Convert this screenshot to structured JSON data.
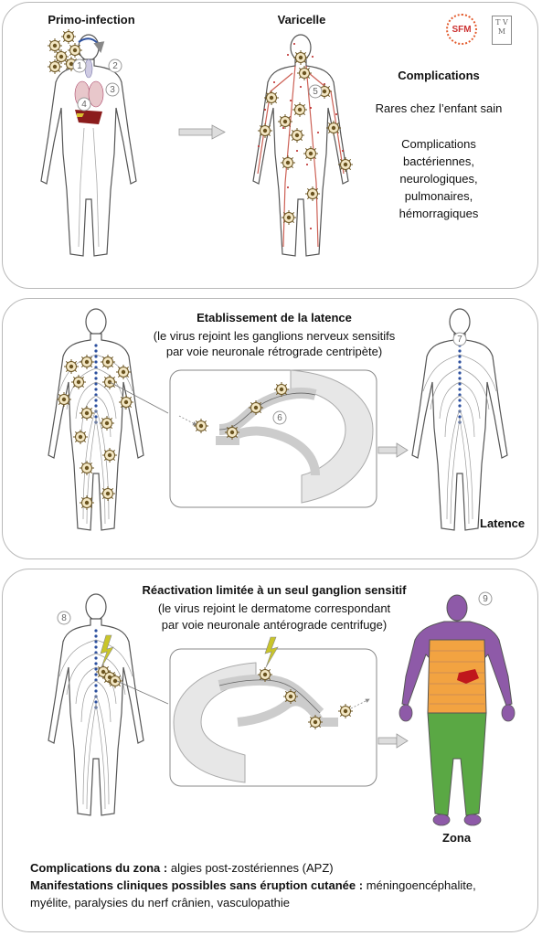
{
  "panel1": {
    "title_left": "Primo-infection",
    "title_right": "Varicelle",
    "logo_sfm": "SFM",
    "logo_tvm": "T V M",
    "complications_title": "Complications",
    "complications_line1": "Rares chez l’enfant sain",
    "complications_list": [
      "Complications",
      "bactériennes,",
      "neurologiques,",
      "pulmonaires,",
      "hémorragiques"
    ],
    "markers": [
      "1",
      "2",
      "3",
      "4",
      "5"
    ]
  },
  "panel2": {
    "title": "Etablissement de la latence",
    "subtitle_line1": "(le virus rejoint les ganglions nerveux sensitifs",
    "subtitle_line2": "par voie neuronale rétrograde centripète)",
    "markers": [
      "6",
      "7"
    ],
    "label_latence": "Latence"
  },
  "panel3": {
    "title": "Réactivation limitée à un seul ganglion sensitif",
    "subtitle_line1": "(le virus rejoint le dermatome correspondant",
    "subtitle_line2": "par voie neuronale antérograde centrifuge)",
    "markers": [
      "8",
      "9"
    ],
    "label_zona": "Zona",
    "footer_line1_bold": "Complications du zona :",
    "footer_line1_rest": "algies post-zostériennes (APZ)",
    "footer_line2_bold": "Manifestations cliniques possibles sans éruption cutanée :",
    "footer_line2_rest": "méningoencéphalite,",
    "footer_line3": "myélite, paralysies du nerf crânien, vasculopathie"
  },
  "colors": {
    "virus": "#b38a2a",
    "blood": "#c0392b",
    "nerve": "#2c4f9e",
    "dermatome_purple": "#8e5aa8",
    "dermatome_orange": "#f2a341",
    "dermatome_green": "#5aa844",
    "lesion_red": "#c0171c",
    "lightning": "#c9c52a"
  }
}
